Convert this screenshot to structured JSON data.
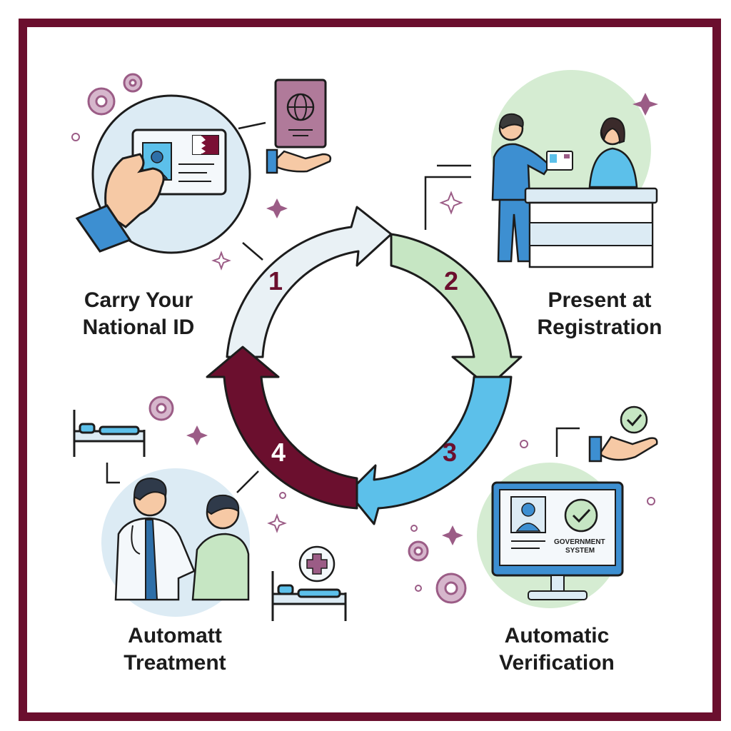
{
  "steps": [
    {
      "number": "1",
      "line1": "Carry Your",
      "line2": "National ID"
    },
    {
      "number": "2",
      "line1": "Present at",
      "line2": "Registration"
    },
    {
      "number": "3",
      "line1": "Automatic",
      "line2": "Verification"
    },
    {
      "number": "4",
      "line1": "Automatt",
      "line2": "Treatment"
    }
  ],
  "monitor": {
    "line1": "GOVERNMENT",
    "line2": "SYSTEM"
  },
  "colors": {
    "frame": "#6b0f2e",
    "step1": "#e9f1f5",
    "step2": "#c6e6c3",
    "step3": "#5cc0ea",
    "step4": "#6b0f2e",
    "accent_purple": "#9b5c86",
    "outline": "#1c1c1c"
  },
  "icons": [
    "national-id-card-icon",
    "passport-icon",
    "gear-icon",
    "sparkle-icon",
    "reception-desk-icon",
    "monitor-icon",
    "checkmark-icon",
    "hospital-bed-icon",
    "doctor-icon",
    "medical-cross-icon"
  ]
}
